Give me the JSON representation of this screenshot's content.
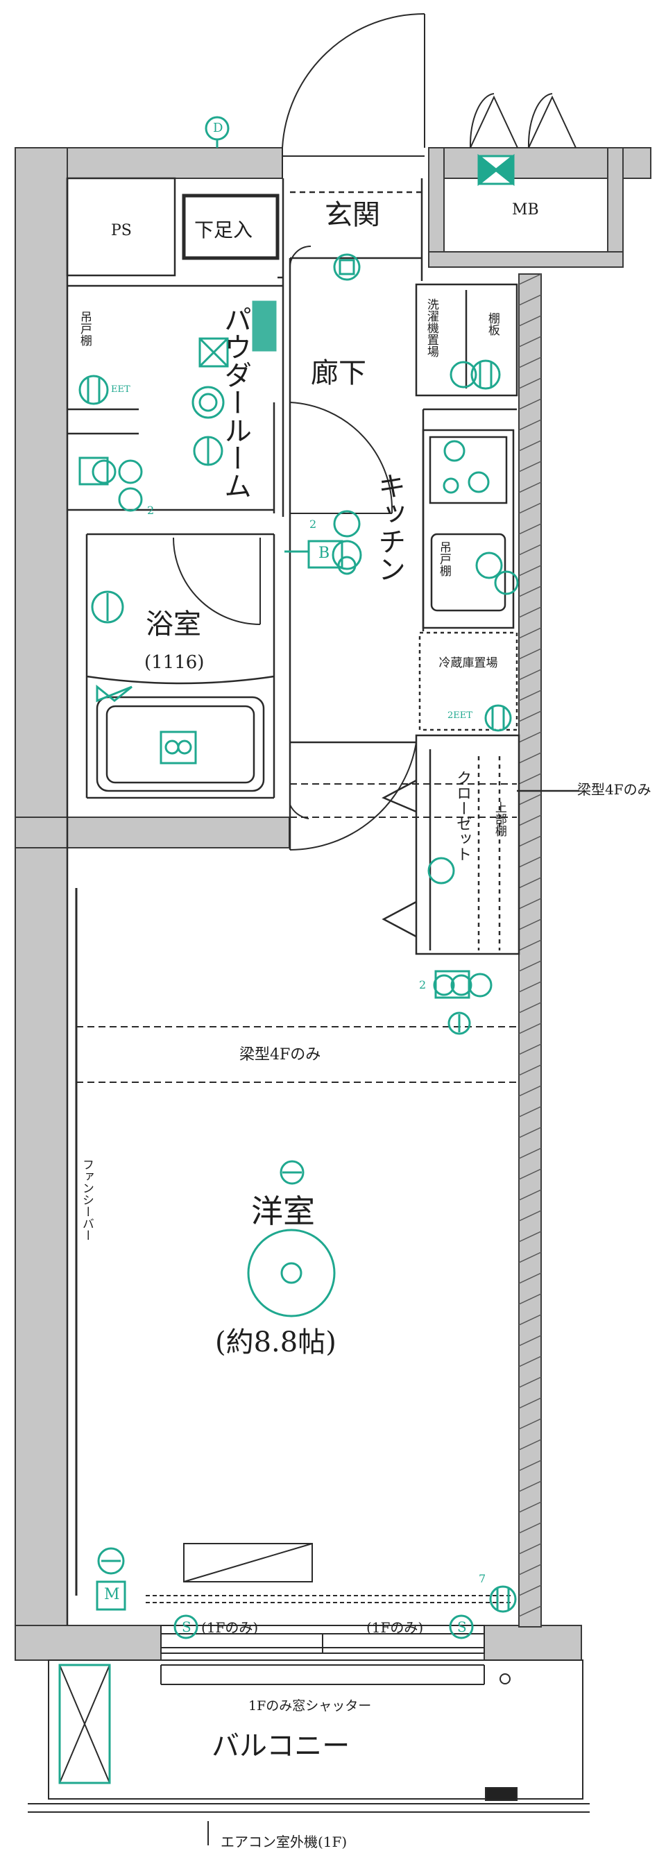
{
  "rooms": {
    "genkan": "玄関",
    "roka": "廊下",
    "ps": "PS",
    "mb": "MB",
    "shita_soku_ire": "下足入",
    "powder_room": "パウダールーム",
    "tsuridana_powder": "吊戸棚",
    "kitchen": "キッチン",
    "tsuridana_kitchen": "吊戸棚",
    "sentakuki": "洗濯機置場",
    "tana_ita": "棚板",
    "reizouko": "冷蔵庫置場",
    "closet": "クローゼット",
    "jodana": "上部棚",
    "yokushitsu": "浴室",
    "yokushitsu_size": "(1116)",
    "youshitsu": "洋室",
    "youshitsu_size": "(約8.8帖)",
    "fan_cover": "ファンシーバー",
    "balcony": "バルコニー"
  },
  "annotations": {
    "beam_right": "梁型4Fのみ",
    "beam_room": "梁型4Fのみ",
    "shutter": "1Fのみ窓シャッター",
    "s_left": "(1Fのみ)",
    "s_right": "(1Fのみ)",
    "eet_powder": "EET",
    "eet_kitchen": "2EET",
    "num_2a": "2",
    "num_2b": "2",
    "num_2c": "2",
    "num_7": "7",
    "bottom_note": "エアコン室外機(1F)"
  },
  "symbols": {
    "d_marker": "D",
    "s_marker_left": "S",
    "s_marker_right": "S",
    "m_marker": "M",
    "b_marker": "B"
  },
  "colors": {
    "wall": "#c8c8c8",
    "wall_edge": "#3a3a3a",
    "line": "#2a2a2a",
    "teal": "#1fa88f"
  }
}
